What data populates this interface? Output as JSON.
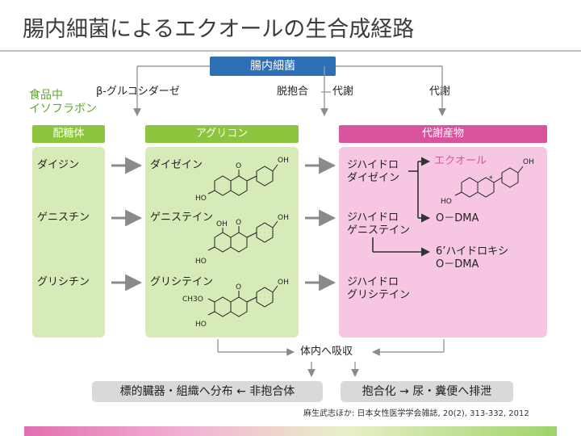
{
  "title": "腸内細菌によるエクオールの生合成経路",
  "top_box": "腸内細菌",
  "food_label": "食品中\nイソフラボン",
  "steps": {
    "glucosidase": "β-グルコシダーゼ",
    "deconj": "脱抱合",
    "metab1": "代謝",
    "metab2": "代謝"
  },
  "columns": {
    "glycoside": "配糖体",
    "aglycone": "アグリコン",
    "metabolite": "代謝産物"
  },
  "glycosides": [
    "ダイジン",
    "ゲニスチン",
    "グリシチン"
  ],
  "aglycones": [
    "ダイゼイン",
    "ゲニステイン",
    "グリシテイン"
  ],
  "dihydro": [
    "ジハイドロ\nダイゼイン",
    "ジハイドロ\nゲニステイン",
    "ジハイドロ\nグリシテイン"
  ],
  "products": {
    "equol": "エクオール",
    "odma": "O－DMA",
    "hydroxy": "6’ハイドロキシ\nO－DMA"
  },
  "absorb": "体内へ吸収",
  "outputs": {
    "left": "標的臓器・組織へ分布 ← 非抱合体",
    "right": "抱合化 → 尿・糞便へ排泄"
  },
  "citation": "麻生武志ほか: 日本女性医学学会雑誌, 20(2), 313-332, 2012",
  "chem": {
    "oh": "OH",
    "ho": "HO",
    "o": "O",
    "ch3o": "CH3O",
    "star": "*"
  },
  "colors": {
    "blue": "#2f6fb5",
    "green": "#8cc63f",
    "green_bg": "#d7ebb8",
    "pink": "#d8559e",
    "pink_bg": "#f6c6e2",
    "gray_box": "#d9d9d9"
  }
}
